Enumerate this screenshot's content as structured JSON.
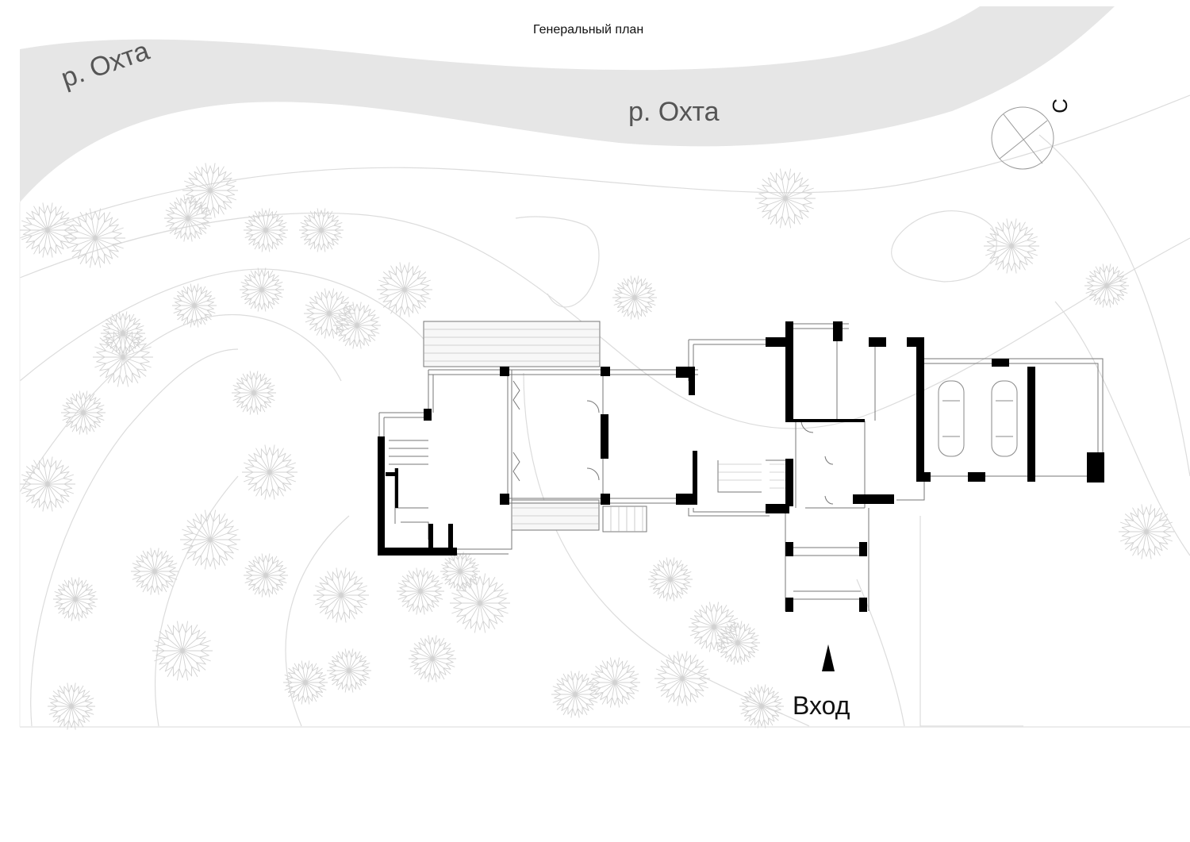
{
  "title": "Генеральный план",
  "river": {
    "label_1": "р. Охта",
    "label_2": "р. Охта"
  },
  "compass": {
    "north_label": "С"
  },
  "entrance": {
    "label": "Вход"
  },
  "colors": {
    "river": "#e6e6e6",
    "walls": "#000000",
    "contours": "#dcdcdc",
    "trees": "#cfcfcf"
  }
}
